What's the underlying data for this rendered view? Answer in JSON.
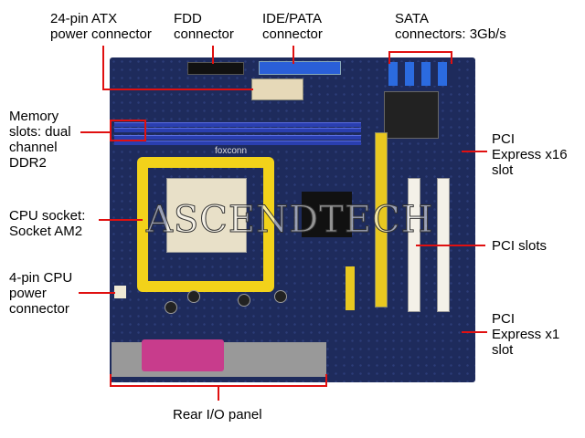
{
  "labels": {
    "atx": "24-pin ATX\npower connector",
    "fdd": "FDD\nconnector",
    "ide": "IDE/PATA\nconnector",
    "sata": "SATA\nconnectors: 3Gb/s",
    "memory": "Memory\nslots: dual\nchannel\nDDR2",
    "cpu": "CPU socket:\nSocket AM2",
    "cpu_power": "4-pin CPU\npower\nconnector",
    "pcie16": "PCI\nExpress x16\nslot",
    "pci": "PCI slots",
    "pcie1": "PCI\nExpress x1\nslot",
    "rear_io": "Rear I/O panel"
  },
  "watermark": "ASCENDTECH",
  "board_brand": "foxconn",
  "colors": {
    "leader_line": "#e01010",
    "board": "#1e2b5c"
  }
}
